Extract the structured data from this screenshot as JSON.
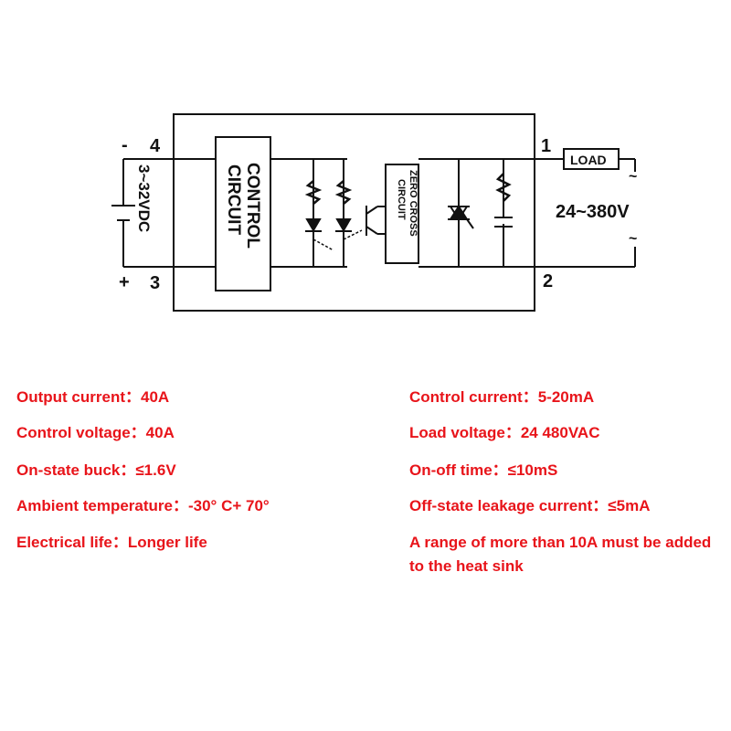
{
  "diagram": {
    "terminals": {
      "t4": "4",
      "t3": "3",
      "t1": "1",
      "t2": "2"
    },
    "polarity": {
      "minus": "-",
      "plus": "+"
    },
    "input_voltage": "3~32VDC",
    "control_block": {
      "line1": "CONTROL",
      "line2": "CIRCUIT"
    },
    "zero_cross_block": {
      "line1": "ZERO CROSS",
      "line2": "CIRCUIT"
    },
    "load_label": "LOAD",
    "ac_voltage": "24~380V",
    "ac_symbol": "~"
  },
  "specs": {
    "left": [
      "Output current：40A",
      "Control voltage：40A",
      "On-state buck：≤1.6V",
      "Ambient temperature：-30° C+ 70°",
      "Electrical life：Longer life"
    ],
    "right": [
      "Control current：5-20mA",
      "Load voltage：24 480VAC",
      "On-off time：≤10mS",
      "Off-state leakage current：≤5mA",
      "A range of more than 10A must be added to the heat sink"
    ]
  },
  "colors": {
    "spec_text": "#e8141a",
    "line": "#111111"
  }
}
